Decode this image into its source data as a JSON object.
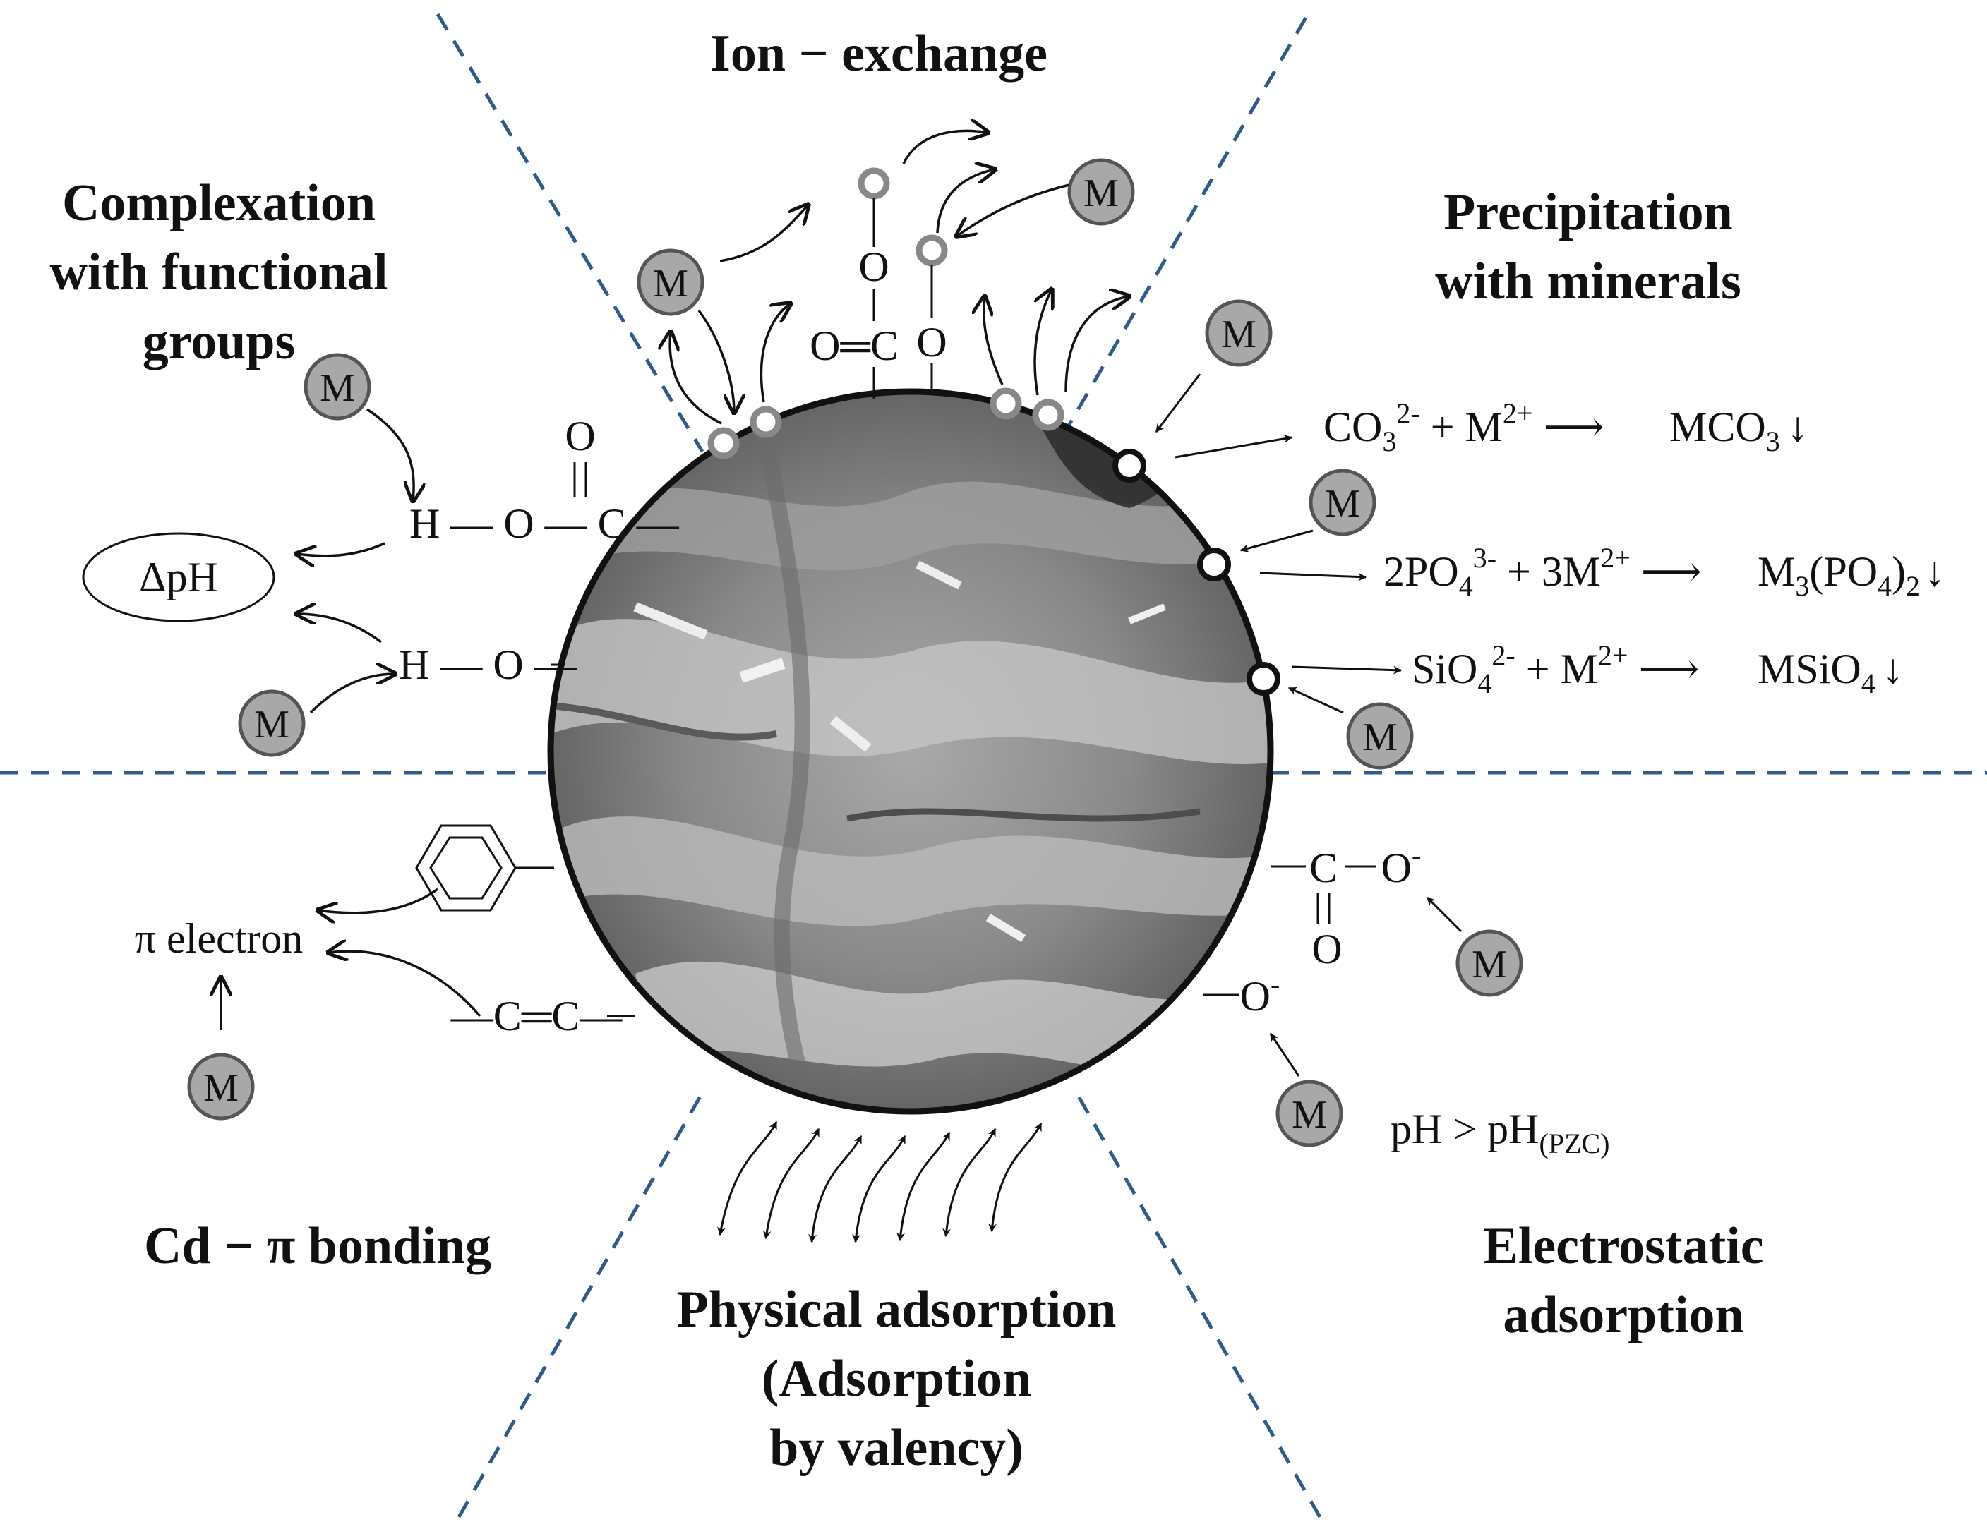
{
  "titles": {
    "ion_exchange": "Ion − exchange",
    "complexation": [
      "Complexation",
      "with functional",
      "groups"
    ],
    "precipitation": [
      "Precipitation",
      "with minerals"
    ],
    "cd_pi": "Cd − π bonding",
    "physical": [
      "Physical adsorption",
      "(Adsorption",
      "by valency)"
    ],
    "electrostatic": [
      "Electrostatic",
      "adsorption"
    ]
  },
  "metal_ion_label": "M",
  "complexation_groups": {
    "carboxyl_o": "O",
    "carboxyl_eq": "‖",
    "carboxyl_chain": "H — O — C —",
    "hydroxyl_chain": "H — O —",
    "delta_ph": "ΔpH"
  },
  "ion_exchange_groups": {
    "o_single": "O",
    "carbonyl": "O═C",
    "o_second": "O"
  },
  "precipitation_reactions": [
    {
      "base": "CO",
      "sub": "3",
      "sup": "2-",
      "rest": " + M",
      "rest_sup": "2+",
      "arrow": "⟶",
      "product": "MCO",
      "product_sub": "3",
      "down": "↓"
    },
    {
      "base": "2PO",
      "sub": "4",
      "sup": "3-",
      "rest": " + 3M",
      "rest_sup": "2+",
      "arrow": "⟶",
      "product": "M",
      "product_sub": "3",
      "product_tail": "(PO",
      "product_sub2": "4",
      "product_tail2": ")",
      "product_sub3": "2",
      "down": "↓"
    },
    {
      "base": "SiO",
      "sub": "4",
      "sup": "2-",
      "rest": " + M",
      "rest_sup": "2+",
      "arrow": "⟶",
      "product": "MSiO",
      "product_sub": "4",
      "down": "↓"
    }
  ],
  "pi_bonding": {
    "pi_electron": "π electron",
    "alkene": "—C═C—"
  },
  "electrostatic": {
    "carboxylate_c": "C",
    "carboxylate_o": "O",
    "carboxylate_o_sup": "-",
    "carboxylate_dbl": "O",
    "phenolate_o": "O",
    "phenolate_sup": "-",
    "ph_condition": "pH > pH",
    "ph_sub": "(PZC)"
  }
}
